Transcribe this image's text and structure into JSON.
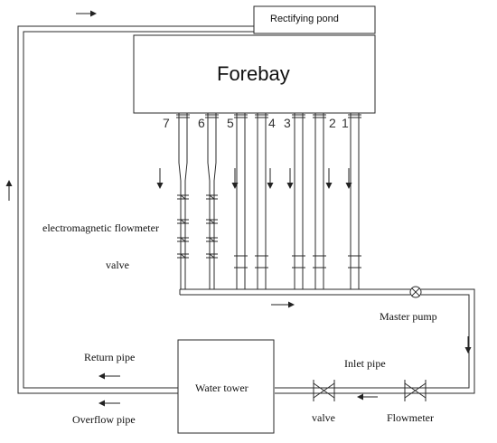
{
  "labels": {
    "rectifying_pond": "Rectifying pond",
    "forebay": "Forebay",
    "electromagnetic_flowmeter": "electromagnetic flowmeter",
    "valve_left": "valve",
    "master_pump": "Master pump",
    "return_pipe": "Return pipe",
    "overflow_pipe": "Overflow pipe",
    "water_tower": "Water tower",
    "inlet_pipe": "Inlet pipe",
    "valve_bottom": "valve",
    "flowmeter": "Flowmeter"
  },
  "pipe_numbers": [
    "7",
    "6",
    "5",
    "4",
    "3",
    "2",
    "1"
  ],
  "colors": {
    "line": "#2a2a2a",
    "text": "#111111"
  },
  "icons": [
    "arrow",
    "valve-symbol",
    "pump-symbol",
    "flange"
  ]
}
